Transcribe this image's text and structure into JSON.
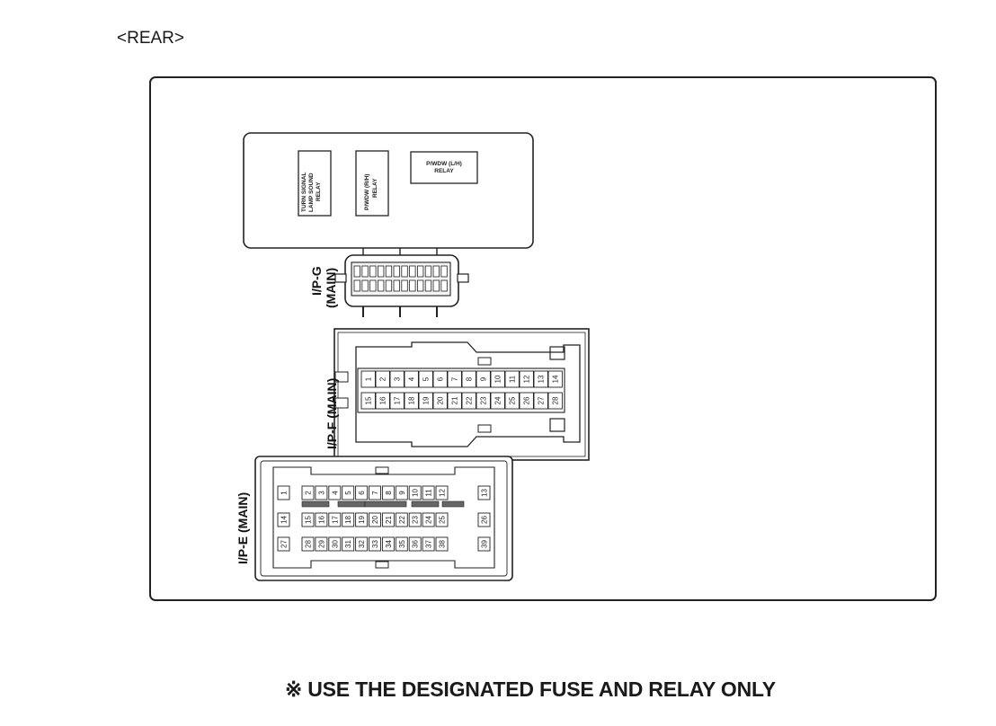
{
  "view_label": "<REAR>",
  "footer_note": "※ USE THE DESIGNATED FUSE AND RELAY ONLY",
  "relays": {
    "turn_signal": [
      "TURN SIGNAL",
      "LAMP SOUND",
      "RELAY"
    ],
    "pwdw_rh": [
      "P/WDW (R/H)",
      "RELAY"
    ],
    "pwdw_lh": [
      "P/WDW (L/H)",
      "RELAY"
    ]
  },
  "connectors": {
    "ipg": [
      "I/P-G",
      "(MAIN)"
    ],
    "ipf": "I/P-F (MAIN)",
    "ipe": "I/P-E (MAIN)"
  },
  "ipf_pins": {
    "row1": [
      "1",
      "2",
      "3",
      "4",
      "5",
      "6",
      "7",
      "8",
      "9",
      "10",
      "11",
      "12",
      "13",
      "14"
    ],
    "row2": [
      "15",
      "16",
      "17",
      "18",
      "19",
      "20",
      "21",
      "22",
      "23",
      "24",
      "25",
      "26",
      "27",
      "28"
    ]
  },
  "ipe_pins": {
    "row1": [
      "1",
      "2",
      "3",
      "4",
      "5",
      "6",
      "7",
      "8",
      "9",
      "10",
      "11",
      "12",
      "13"
    ],
    "row2": [
      "14",
      "15",
      "16",
      "17",
      "18",
      "19",
      "20",
      "21",
      "22",
      "23",
      "24",
      "25",
      "26"
    ],
    "row3": [
      "27",
      "28",
      "29",
      "30",
      "31",
      "32",
      "33",
      "34",
      "35",
      "36",
      "37",
      "38",
      "39"
    ]
  }
}
